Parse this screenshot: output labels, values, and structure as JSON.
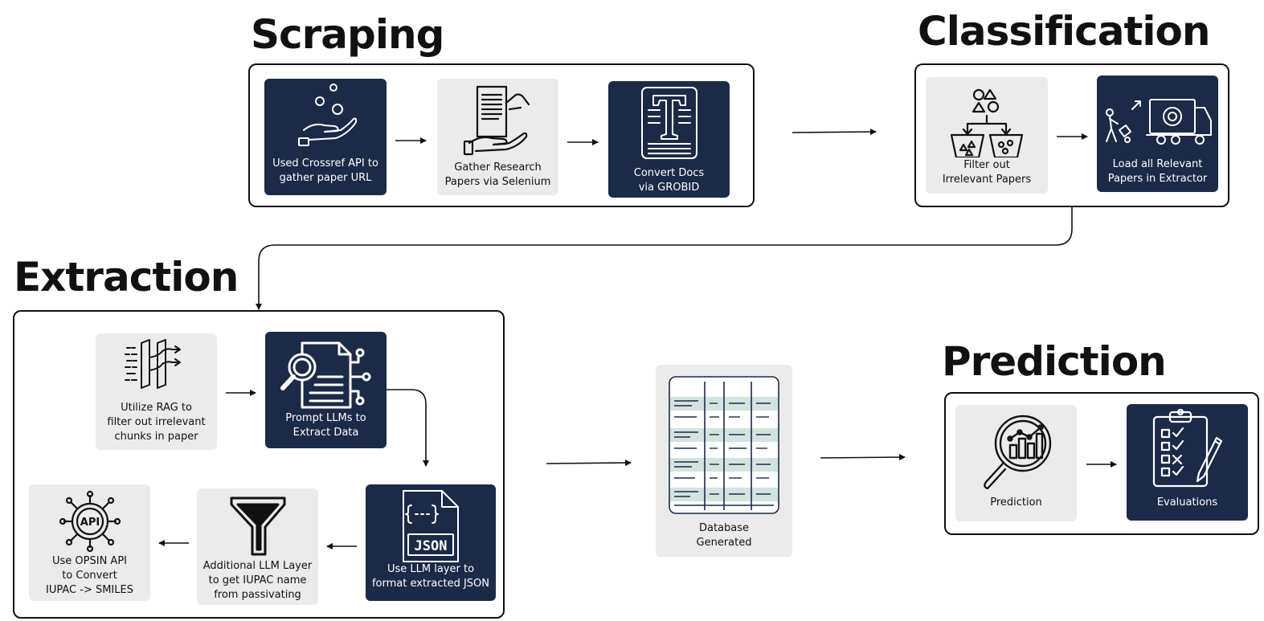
{
  "sections": {
    "scraping": "Scraping",
    "classification": "Classification",
    "extraction": "Extraction",
    "prediction": "Prediction"
  },
  "cards": {
    "crossref": {
      "line1": "Used Crossref API to",
      "line2": "gather paper URL",
      "icon": "hand-bubbles-icon"
    },
    "selenium": {
      "line1": "Gather Research",
      "line2": "Papers via Selenium",
      "icon": "hand-document-icon"
    },
    "grobid": {
      "line1": "Convert Docs",
      "line2": "via GROBID",
      "icon": "text-document-icon"
    },
    "filter": {
      "line1": "Filter out",
      "line2": "Irrelevant Papers",
      "icon": "sorting-bins-icon"
    },
    "load": {
      "line1": "Load all Relevant",
      "line2": "Papers in Extractor",
      "icon": "delivery-truck-icon"
    },
    "rag": {
      "line1": "Utilize RAG to",
      "line2": "filter out irrelevant",
      "line3": "chunks in paper",
      "icon": "filter-layers-icon"
    },
    "prompt": {
      "line1": "Prompt LLMs to",
      "line2": "Extract Data",
      "icon": "document-search-icon"
    },
    "format": {
      "line1": "Use LLM layer to",
      "line2": "format extracted JSON",
      "icon": "json-file-icon"
    },
    "iupac": {
      "line1": "Additional LLM Layer",
      "line2": "to get IUPAC name",
      "line3": "from passivating",
      "icon": "funnel-icon"
    },
    "opsin": {
      "line1": "Use OPSIN API",
      "line2": "to Convert",
      "line3": "IUPAC -> SMILES",
      "icon": "api-gear-icon"
    },
    "database": {
      "line1": "Database",
      "line2": "Generated",
      "icon": "table-icon"
    },
    "prediction": {
      "line1": "Prediction",
      "icon": "magnifier-chart-icon"
    },
    "evaluations": {
      "line1": "Evaluations",
      "icon": "clipboard-checklist-icon"
    }
  },
  "json_icon_text": "JSON",
  "api_icon_text": "API",
  "colors": {
    "dark_card": "#1b2a47",
    "light_card": "#ebebeb",
    "table_stripe": "#d3e3df",
    "stroke": "#111111"
  }
}
